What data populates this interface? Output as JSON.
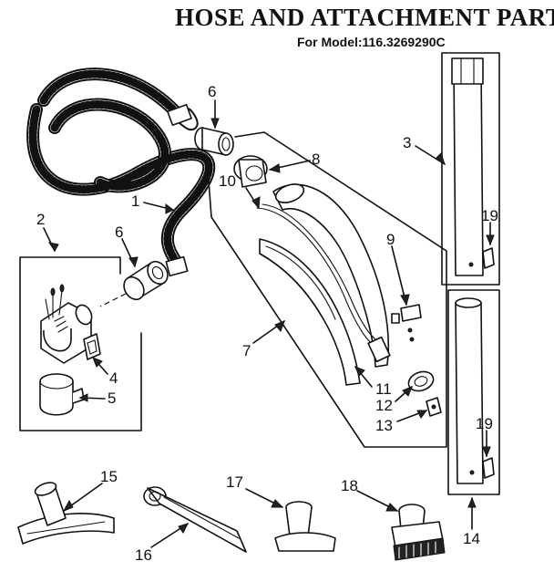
{
  "title": "HOSE AND ATTACHMENT PARTS",
  "subtitle": "For Model:116.3269290C",
  "callouts": [
    {
      "id": "c1",
      "label": "1"
    },
    {
      "id": "c2",
      "label": "2"
    },
    {
      "id": "c3",
      "label": "3"
    },
    {
      "id": "c4",
      "label": "4"
    },
    {
      "id": "c5",
      "label": "5"
    },
    {
      "id": "c6a",
      "label": "6"
    },
    {
      "id": "c6b",
      "label": "6"
    },
    {
      "id": "c7",
      "label": "7"
    },
    {
      "id": "c8",
      "label": "8"
    },
    {
      "id": "c9",
      "label": "9"
    },
    {
      "id": "c10",
      "label": "10"
    },
    {
      "id": "c11",
      "label": "11"
    },
    {
      "id": "c12",
      "label": "12"
    },
    {
      "id": "c13",
      "label": "13"
    },
    {
      "id": "c14",
      "label": "14"
    },
    {
      "id": "c15",
      "label": "15"
    },
    {
      "id": "c16",
      "label": "16"
    },
    {
      "id": "c17",
      "label": "17"
    },
    {
      "id": "c18",
      "label": "18"
    },
    {
      "id": "c19a",
      "label": "19"
    },
    {
      "id": "c19b",
      "label": "19"
    }
  ]
}
